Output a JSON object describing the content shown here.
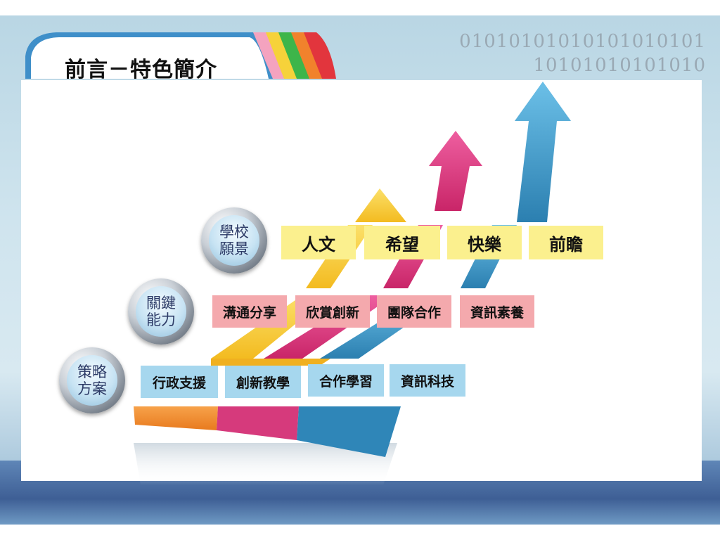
{
  "slide": {
    "title": "前言－特色簡介",
    "binary_line1": "01010101010101010101",
    "binary_line2": "10101010101010"
  },
  "tiers": [
    {
      "badge": "學校\n願景",
      "style": "yellow",
      "items": [
        "人文",
        "希望",
        "快樂",
        "前瞻"
      ]
    },
    {
      "badge": "關鍵\n能力",
      "style": "pink",
      "items": [
        "溝通分享",
        "欣賞創新",
        "團隊合作",
        "資訊素養"
      ]
    },
    {
      "badge": "策略\n方案",
      "style": "blue",
      "items": [
        "行政支援",
        "創新教學",
        "合作學習",
        "資訊科技"
      ]
    }
  ],
  "colors": {
    "arrow_orange": "#f08a2c",
    "arrow_yellow": "#f7c933",
    "arrow_pink": "#d9357a",
    "arrow_blue": "#3e9bc8",
    "box_yellow": "#fbf08e",
    "box_pink": "#f4a9ad",
    "box_blue": "#a6d7ee"
  }
}
